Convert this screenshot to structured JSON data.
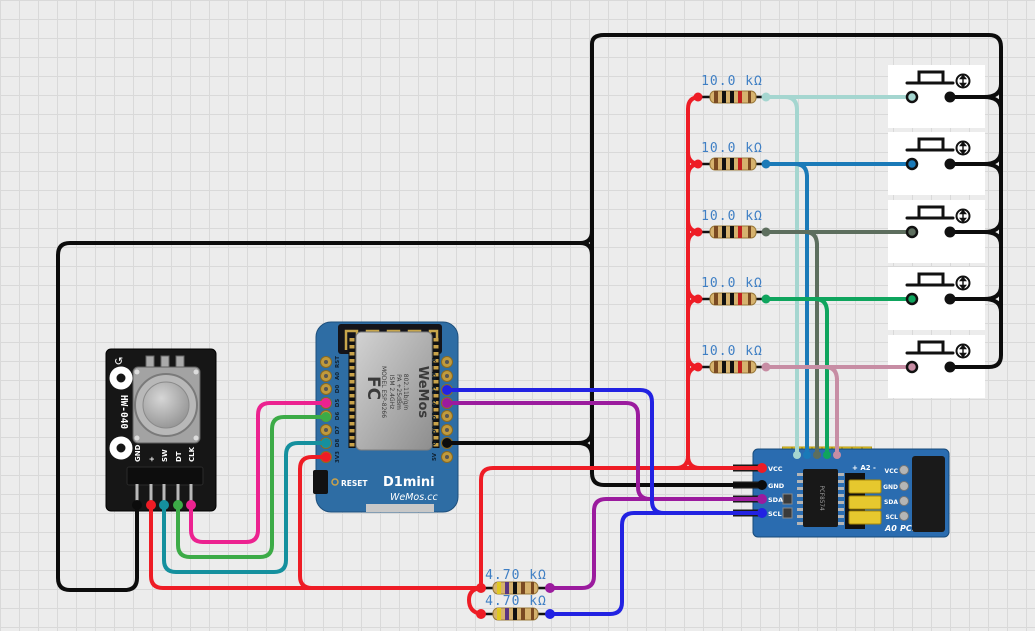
{
  "diagram": {
    "type": "fritzing-style breadboard wiring diagram",
    "grid_bg": "#ececec",
    "grid_line": "#d9d9d9"
  },
  "wire_colors": {
    "ground": "#0c0c0c",
    "power_3v3": "#ee1c25",
    "encoder_clk": "#ec2290",
    "encoder_dt": "#3cab47",
    "encoder_sw": "#15909e",
    "i2c_scl": "#2222e2",
    "i2c_sda": "#9b1b9e",
    "button1": "#a5d6d0",
    "button2": "#1a7ab8",
    "button3": "#5d6e5e",
    "button4": "#0fa55e",
    "button5": "#c78da4"
  },
  "rotary_encoder": {
    "board_label": "HW-040",
    "rotate_icon": "↺",
    "pin_labels": [
      "GND",
      "+",
      "SW",
      "DT",
      "CLK"
    ]
  },
  "d1_mini": {
    "left_pin_labels": [
      "RST",
      "A0",
      "D0",
      "D5",
      "D6",
      "D7",
      "D8",
      "3V3"
    ],
    "right_pin_labels": [
      "TX",
      "RX",
      "D1",
      "D2",
      "D3",
      "D4",
      "G",
      "5V"
    ],
    "reset_label": "RESET",
    "board_name": "D1mini",
    "brand_url": "WeMos.cc",
    "shield": {
      "fcc": "FC",
      "model": "MODEL ESP-8266",
      "spec1": "ISM 2.4GHz",
      "spec2": "PA +25dBm",
      "spec3": "802.11b/g/n",
      "brand": "WeMos"
    }
  },
  "pcf8574": {
    "left_pin_labels": [
      "VCC",
      "GND",
      "SDA",
      "SCL"
    ],
    "right_pin_labels": [
      "VCC",
      "GND",
      "SDA",
      "SCL"
    ],
    "jumper_label": "+ A2 -",
    "address_label": "A0",
    "chip_label": "PCF8574",
    "ic_marking": "PCF8574"
  },
  "pullup_resistors": {
    "value_label": "10.0 kΩ",
    "count": 5
  },
  "i2c_pullup_resistors": {
    "value_label": "4.70 kΩ",
    "count": 2
  },
  "push_buttons": {
    "count": 5
  }
}
